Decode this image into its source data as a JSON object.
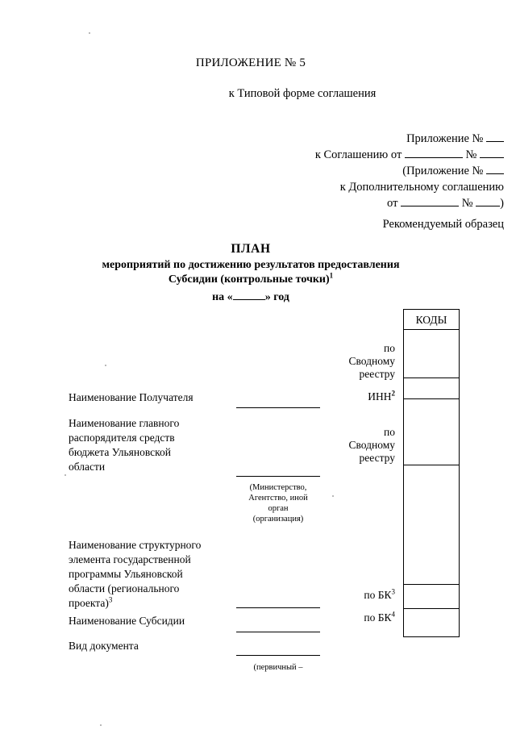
{
  "document": {
    "appendix_label": "ПРИЛОЖЕНИЕ № 5",
    "typical_form_line": "к Типовой форме соглашения",
    "recommended_sample": "Рекомендуемый образец"
  },
  "reference_block": {
    "line1_prefix": "Приложение  №",
    "line2_prefix": "к Соглашению от",
    "line2_mid": "№",
    "line3_prefix": "(Приложение  №",
    "line4": "к Дополнительному соглашению",
    "line5_prefix": "от",
    "line5_mid": "№",
    "line5_suffix": ")"
  },
  "title": {
    "main": "ПЛАН",
    "sub_line1": "мероприятий по достижению результатов предоставления",
    "sub_line2": "Субсидии (контрольные точки)",
    "sub_line2_footnote": "1",
    "year_prefix": "на «",
    "year_suffix": "» год"
  },
  "codes_table": {
    "header": "КОДЫ",
    "rows": [
      {
        "caption_lines": [
          "по",
          "Сводному",
          "реестру"
        ],
        "value": ""
      },
      {
        "caption_lines": [
          "ИНН"
        ],
        "caption_footnote": "2",
        "value": ""
      },
      {
        "caption_lines": [
          "по",
          "Сводному",
          "реестру"
        ],
        "value": ""
      },
      {
        "caption_lines": [
          "по БК"
        ],
        "caption_footnote": "3",
        "value": ""
      },
      {
        "caption_lines": [
          "по БК"
        ],
        "caption_footnote": "4",
        "value": ""
      },
      {
        "caption_lines": [],
        "value": ""
      }
    ]
  },
  "fields": [
    {
      "label_lines": [
        "Наименование Получателя"
      ],
      "value": ""
    },
    {
      "label_lines": [
        "Наименование главного",
        "распорядителя средств",
        "бюджета Ульяновской",
        "области"
      ],
      "value": "",
      "hint_lines": [
        "(Министерство,",
        "Агентство,  иной",
        "орган",
        "(организация)"
      ]
    },
    {
      "label_lines": [
        "Наименование структурного",
        "элемента государственной",
        "программы Ульяновской",
        "области (регионального",
        "проекта)"
      ],
      "label_footnote": "3",
      "value": ""
    },
    {
      "label_lines": [
        "Наименование Субсидии"
      ],
      "value": ""
    },
    {
      "label_lines": [
        "Вид документа"
      ],
      "value": "",
      "hint_lines": [
        "(первичный –"
      ]
    }
  ]
}
